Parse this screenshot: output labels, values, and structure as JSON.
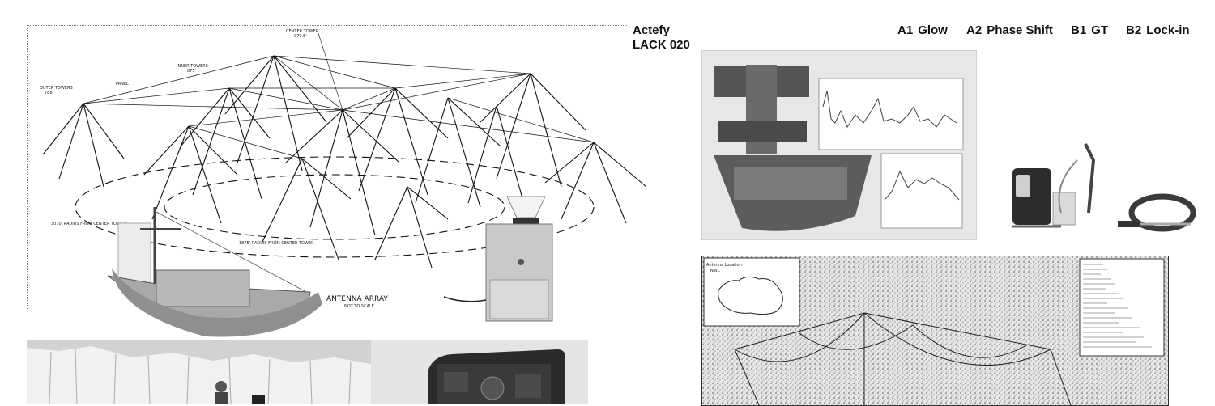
{
  "brand": {
    "line1": "Actefy",
    "line2": "LACK 020"
  },
  "nav": [
    {
      "code": "A1",
      "label": "Glow"
    },
    {
      "code": "A2",
      "label": "Phase Shift"
    },
    {
      "code": "B1",
      "label": "GT"
    },
    {
      "code": "B2",
      "label": "Lock-in"
    }
  ],
  "antenna_drawing": {
    "title": "ANTENNA ARRAY",
    "subtitle": "NOT TO SCALE",
    "labels": {
      "center_tower": "CENTER TOWER",
      "center_height": "979.5'",
      "inner_towers": "INNER TOWERS",
      "inner_height": "875'",
      "panel": "PANEL",
      "outer_towers": "OUTER TOWERS",
      "outer_height": "788'",
      "radius_outer": "3070' RADIUS FROM CENTER TOWER",
      "radius_inner": "1875' RADIUS FROM CENTER TOWER"
    }
  },
  "map_inset": {
    "label": "Antenna Location",
    "sublabel": "NWC"
  },
  "colors": {
    "ink": "#111111",
    "paper": "#ffffff",
    "panel_gray": "#e9e9e9"
  }
}
